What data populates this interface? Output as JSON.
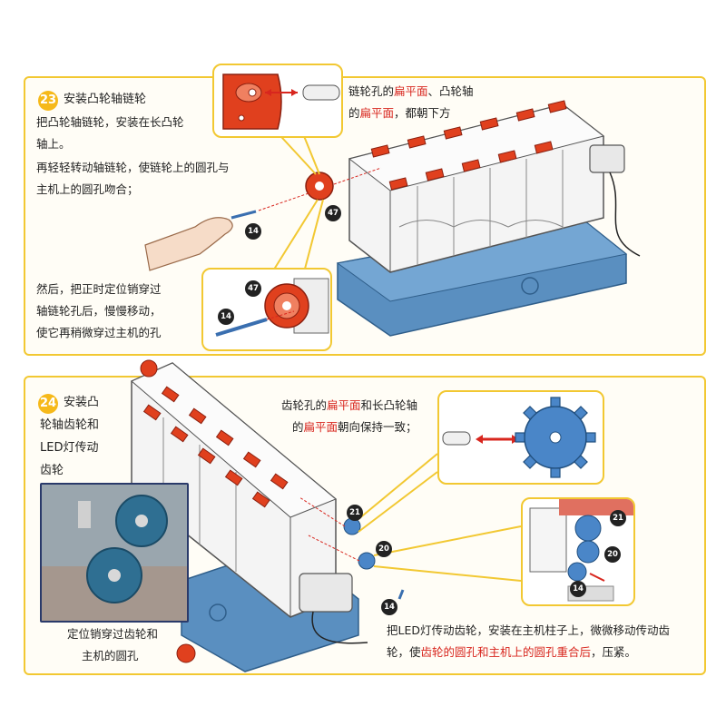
{
  "step23": {
    "number": "23",
    "title": "安装凸轮轴链轮",
    "instr1": [
      "把凸轮轴链轮，安装在长凸轮",
      "轴上。",
      "再轻轻转动轴链轮，使链轮上的圆孔与",
      "主机上的圆孔吻合；"
    ],
    "instr2": [
      "然后，把正时定位销穿过",
      "轴链轮孔后，慢慢移动，",
      "使它再稍微穿过主机的孔"
    ],
    "note_line1": {
      "a": "链轮孔的",
      "b": "扁平面",
      "c": "、凸轮轴"
    },
    "note_line2": {
      "a": "的",
      "b": "扁平面",
      "c": "，都朝下方"
    },
    "badges": {
      "sprocket": "47",
      "pin": "14",
      "inset_sprocket": "47",
      "inset_pin": "14"
    }
  },
  "step24": {
    "number": "24",
    "title_lines": [
      "安装凸",
      "轮轴齿轮和",
      "LED灯传动",
      "齿轮"
    ],
    "photo_caption": [
      "定位销穿过齿轮和",
      "主机的圆孔"
    ],
    "note_line1": {
      "a": "齿轮孔的",
      "b": "扁平面",
      "c": "和长凸轮轴"
    },
    "note_line2": {
      "a": "的",
      "b": "扁平面",
      "c": "朝向保持一致；"
    },
    "bottom_line1": "把LED灯传动齿轮，安装在主机柱子上，微微移动传动齿",
    "bottom_line2": {
      "a": "轮，使",
      "b": "齿轮的圆孔和主机上的圆孔重合后",
      "c": "，压紧。"
    },
    "badges": {
      "gear21": "21",
      "gear20": "20",
      "pin14": "14",
      "inset21": "21",
      "inset20": "20",
      "inset14": "14"
    }
  },
  "colors": {
    "panel_border": "#f2c832",
    "accent_red": "#d8261e",
    "step_circle": "#f6b91a",
    "gear_blue": "#4a86c8",
    "base_blue": "#5a8fc0",
    "sprocket_red": "#e0401e"
  }
}
